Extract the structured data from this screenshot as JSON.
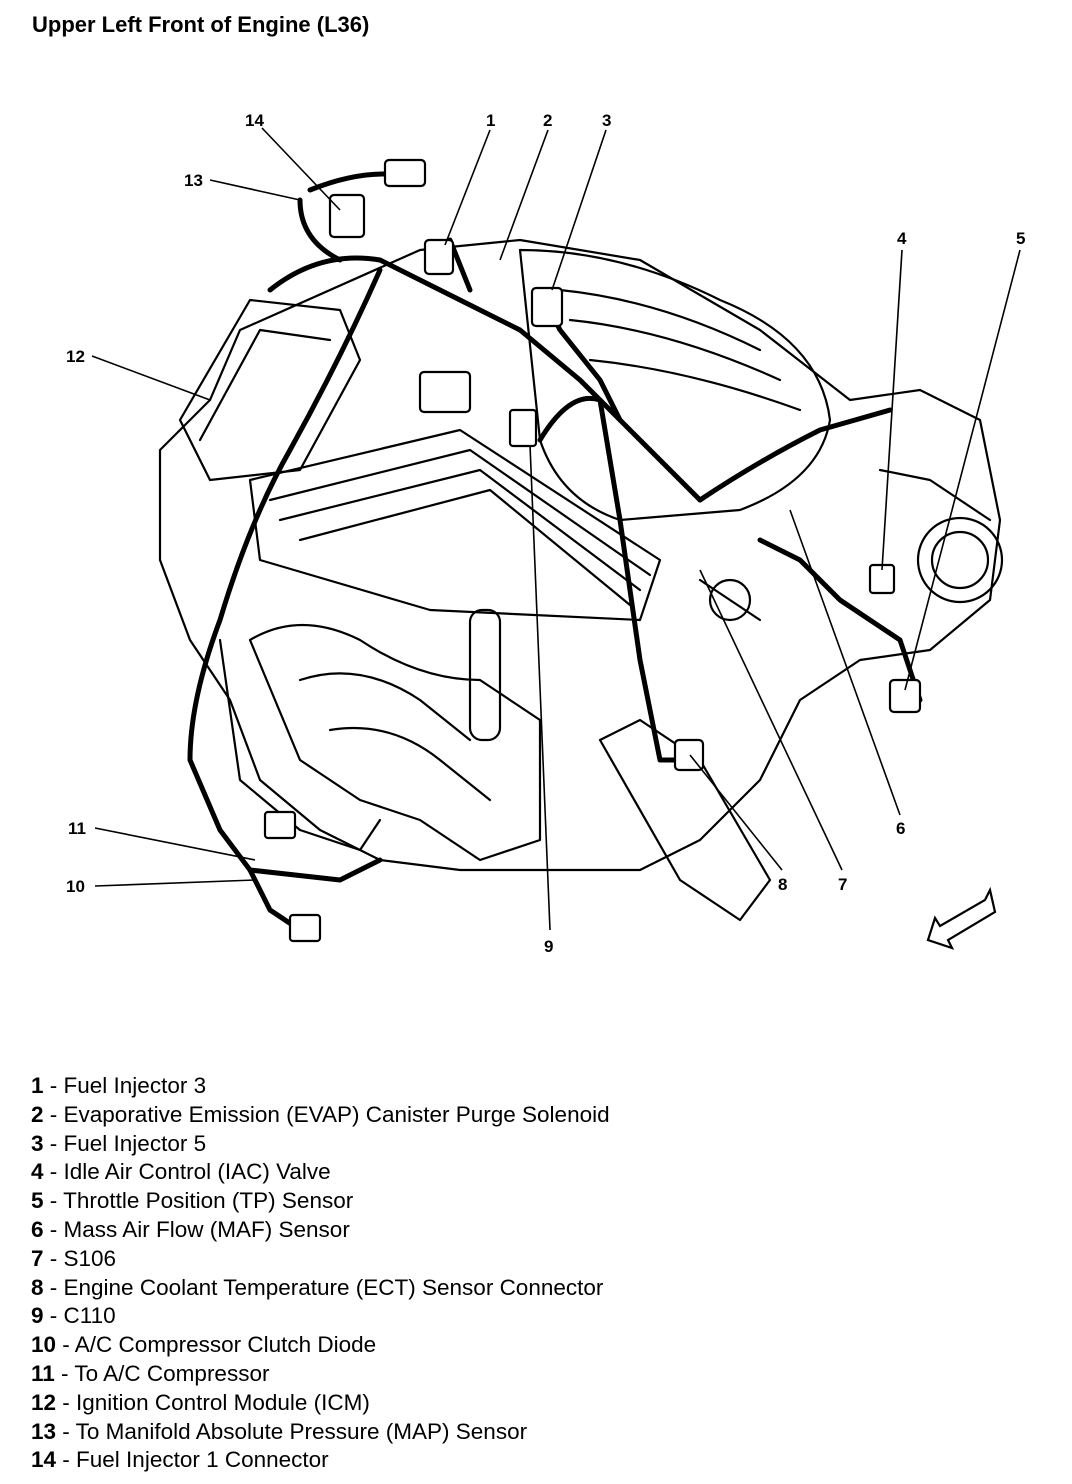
{
  "title": "Upper Left Front of Engine (L36)",
  "callouts": [
    "1",
    "2",
    "3",
    "4",
    "5",
    "6",
    "7",
    "8",
    "9",
    "10",
    "11",
    "12",
    "13",
    "14"
  ],
  "legend": [
    {
      "num": "1",
      "sep": " - ",
      "text": "Fuel Injector 3"
    },
    {
      "num": "2",
      "sep": " - ",
      "text": "Evaporative Emission (EVAP) Canister Purge Solenoid"
    },
    {
      "num": "3",
      "sep": " - ",
      "text": "Fuel Injector 5"
    },
    {
      "num": "4",
      "sep": " - ",
      "text": "Idle Air Control (IAC) Valve"
    },
    {
      "num": "5",
      "sep": " - ",
      "text": "Throttle Position (TP) Sensor"
    },
    {
      "num": "6",
      "sep": " - ",
      "text": "Mass Air Flow (MAF) Sensor"
    },
    {
      "num": "7",
      "sep": " - ",
      "text": "S106"
    },
    {
      "num": "8",
      "sep": " - ",
      "text": "Engine Coolant Temperature (ECT) Sensor Connector"
    },
    {
      "num": "9",
      "sep": " - ",
      "text": "C110"
    },
    {
      "num": "10",
      "sep": " - ",
      "text": "A/C Compressor Clutch Diode"
    },
    {
      "num": "11",
      "sep": " - ",
      "text": "To A/C Compressor"
    },
    {
      "num": "12",
      "sep": " - ",
      "text": "Ignition Control Module (ICM)"
    },
    {
      "num": "13",
      "sep": " - ",
      "text": "To Manifold Absolute Pressure (MAP) Sensor"
    },
    {
      "num": "14",
      "sep": " - ",
      "text": "Fuel Injector 1 Connector"
    }
  ]
}
